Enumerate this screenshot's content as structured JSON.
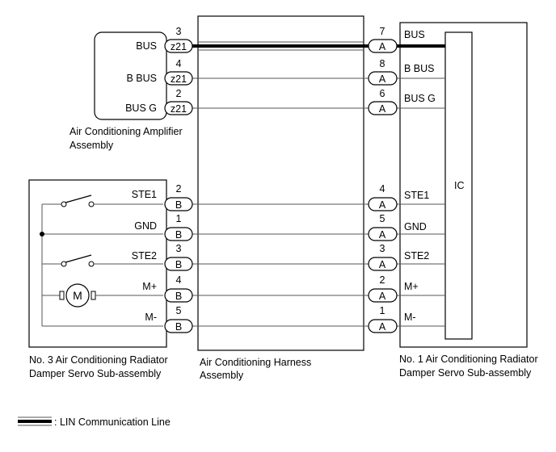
{
  "amplifier": {
    "name_line1": "Air Conditioning Amplifier",
    "name_line2": "Assembly",
    "pins": [
      {
        "label": "BUS",
        "num": "3",
        "conn": "z21"
      },
      {
        "label": "B BUS",
        "num": "4",
        "conn": "z21"
      },
      {
        "label": "BUS G",
        "num": "2",
        "conn": "z21"
      }
    ]
  },
  "servo3": {
    "name_line1": "No. 3 Air Conditioning Radiator",
    "name_line2": "Damper Servo Sub-assembly",
    "motor_symbol": "M",
    "pins": [
      {
        "label": "STE1",
        "num": "2",
        "conn": "B"
      },
      {
        "label": "GND",
        "num": "1",
        "conn": "B"
      },
      {
        "label": "STE2",
        "num": "3",
        "conn": "B"
      },
      {
        "label": "M+",
        "num": "4",
        "conn": "B"
      },
      {
        "label": "M-",
        "num": "5",
        "conn": "B"
      }
    ]
  },
  "harness": {
    "name_line1": "Air Conditioning Harness",
    "name_line2": "Assembly"
  },
  "servo1": {
    "name_line1": "No. 1 Air Conditioning Radiator",
    "name_line2": "Damper Servo Sub-assembly",
    "ic_label": "IC",
    "pins_top": [
      {
        "label": "BUS",
        "num": "7",
        "conn": "A"
      },
      {
        "label": "B BUS",
        "num": "8",
        "conn": "A"
      },
      {
        "label": "BUS G",
        "num": "6",
        "conn": "A"
      }
    ],
    "pins_bottom": [
      {
        "label": "STE1",
        "num": "4",
        "conn": "A"
      },
      {
        "label": "GND",
        "num": "5",
        "conn": "A"
      },
      {
        "label": "STE2",
        "num": "3",
        "conn": "A"
      },
      {
        "label": "M+",
        "num": "2",
        "conn": "A"
      },
      {
        "label": "M-",
        "num": "1",
        "conn": "A"
      }
    ]
  },
  "legend": {
    "label": ": LIN Communication Line"
  }
}
